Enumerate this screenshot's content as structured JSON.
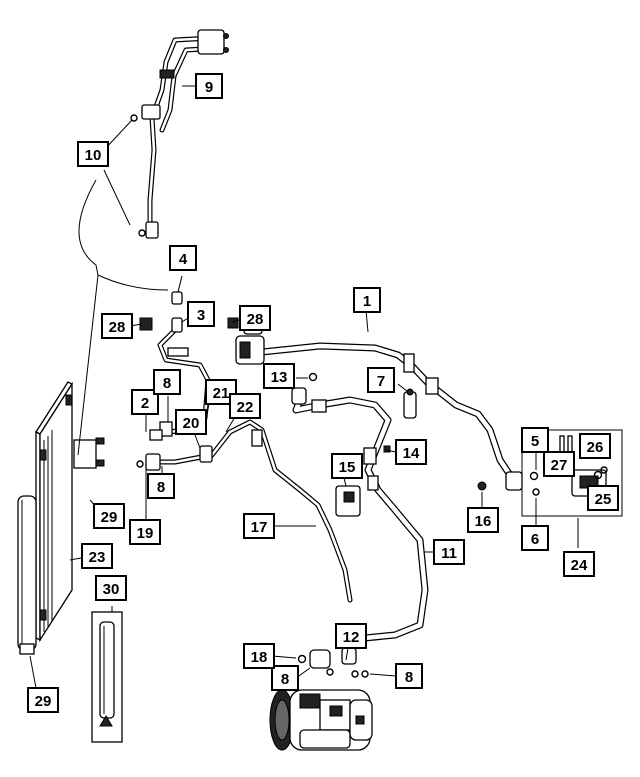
{
  "callouts": [
    {
      "id": "c1",
      "label": "1"
    },
    {
      "id": "c2",
      "label": "2"
    },
    {
      "id": "c3",
      "label": "3"
    },
    {
      "id": "c4",
      "label": "4"
    },
    {
      "id": "c5",
      "label": "5"
    },
    {
      "id": "c6",
      "label": "6"
    },
    {
      "id": "c7",
      "label": "7"
    },
    {
      "id": "c8a",
      "label": "8"
    },
    {
      "id": "c8b",
      "label": "8"
    },
    {
      "id": "c8c",
      "label": "8"
    },
    {
      "id": "c8d",
      "label": "8"
    },
    {
      "id": "c9",
      "label": "9"
    },
    {
      "id": "c10",
      "label": "10"
    },
    {
      "id": "c11",
      "label": "11"
    },
    {
      "id": "c12",
      "label": "12"
    },
    {
      "id": "c13",
      "label": "13"
    },
    {
      "id": "c14",
      "label": "14"
    },
    {
      "id": "c15",
      "label": "15"
    },
    {
      "id": "c16",
      "label": "16"
    },
    {
      "id": "c17",
      "label": "17"
    },
    {
      "id": "c18",
      "label": "18"
    },
    {
      "id": "c19",
      "label": "19"
    },
    {
      "id": "c20",
      "label": "20"
    },
    {
      "id": "c21",
      "label": "21"
    },
    {
      "id": "c22",
      "label": "22"
    },
    {
      "id": "c23",
      "label": "23"
    },
    {
      "id": "c24",
      "label": "24"
    },
    {
      "id": "c25",
      "label": "25"
    },
    {
      "id": "c26",
      "label": "26"
    },
    {
      "id": "c27",
      "label": "27"
    },
    {
      "id": "c28a",
      "label": "28"
    },
    {
      "id": "c28b",
      "label": "28"
    },
    {
      "id": "c29a",
      "label": "29"
    },
    {
      "id": "c29b",
      "label": "29"
    },
    {
      "id": "c30",
      "label": "30"
    }
  ],
  "colors": {
    "line": "#000000",
    "background": "#ffffff",
    "shade": "#222222"
  }
}
